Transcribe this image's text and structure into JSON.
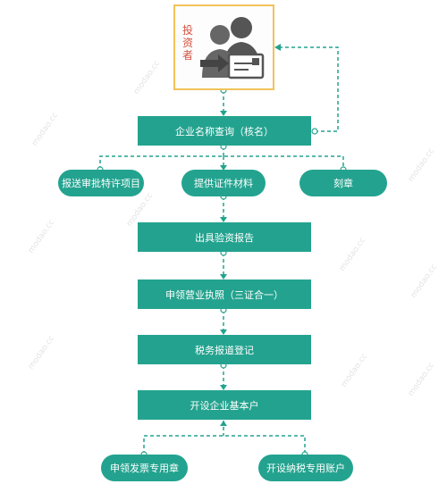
{
  "investor": {
    "label": "投资者"
  },
  "steps": {
    "name_check": "企业名称查询（核名）",
    "report_project": "报送审批特许项目",
    "provide_docs": "提供证件材料",
    "seal": "刻章",
    "capital_report": "出具验资报告",
    "business_license": "申领营业执照（三证合一）",
    "tax_register": "税务报道登记",
    "basic_account": "开设企业基本户",
    "invoice_seal": "申领发票专用章",
    "tax_account": "开设纳税专用账户"
  },
  "watermark": "modao.cc",
  "colors": {
    "box": "#23a38f",
    "connector": "#23a38f",
    "investor_border": "#f0c35a",
    "investor_text": "#d5503e"
  }
}
